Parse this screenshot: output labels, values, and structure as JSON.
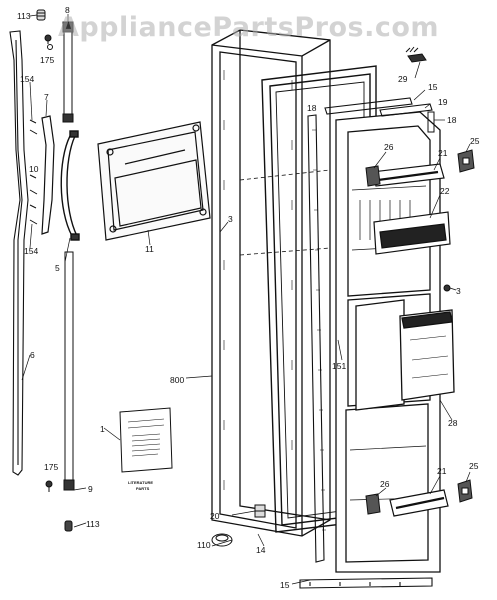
{
  "watermark": "AppliancePartsPros.com",
  "colors": {
    "line": "#111111",
    "watermark": "#afafaf",
    "background": "#ffffff"
  },
  "literature": {
    "caption_line1": "LITERATURE",
    "caption_line2": "PARTS"
  },
  "callouts": [
    {
      "id": "113-top",
      "text": "113"
    },
    {
      "id": "8",
      "text": "8"
    },
    {
      "id": "175-top",
      "text": "175"
    },
    {
      "id": "154-top",
      "text": "154"
    },
    {
      "id": "7",
      "text": "7"
    },
    {
      "id": "10",
      "text": "10"
    },
    {
      "id": "154-bottom",
      "text": "154"
    },
    {
      "id": "5",
      "text": "5"
    },
    {
      "id": "6",
      "text": "6"
    },
    {
      "id": "1",
      "text": "1"
    },
    {
      "id": "175-bottom",
      "text": "175"
    },
    {
      "id": "9",
      "text": "9"
    },
    {
      "id": "113-bottom",
      "text": "113"
    },
    {
      "id": "11",
      "text": "11"
    },
    {
      "id": "3-left",
      "text": "3"
    },
    {
      "id": "800",
      "text": "800"
    },
    {
      "id": "20",
      "text": "20"
    },
    {
      "id": "110",
      "text": "110"
    },
    {
      "id": "14",
      "text": "14"
    },
    {
      "id": "18-left",
      "text": "18"
    },
    {
      "id": "151",
      "text": "151"
    },
    {
      "id": "29",
      "text": "29"
    },
    {
      "id": "15-top",
      "text": "15"
    },
    {
      "id": "19",
      "text": "19"
    },
    {
      "id": "18-right",
      "text": "18"
    },
    {
      "id": "25-top",
      "text": "25"
    },
    {
      "id": "26-top",
      "text": "26"
    },
    {
      "id": "21-top",
      "text": "21"
    },
    {
      "id": "22",
      "text": "22"
    },
    {
      "id": "3-right",
      "text": "3"
    },
    {
      "id": "28",
      "text": "28"
    },
    {
      "id": "21-bottom",
      "text": "21"
    },
    {
      "id": "25-bottom",
      "text": "25"
    },
    {
      "id": "26-bottom",
      "text": "26"
    },
    {
      "id": "15-bottom",
      "text": "15"
    }
  ]
}
